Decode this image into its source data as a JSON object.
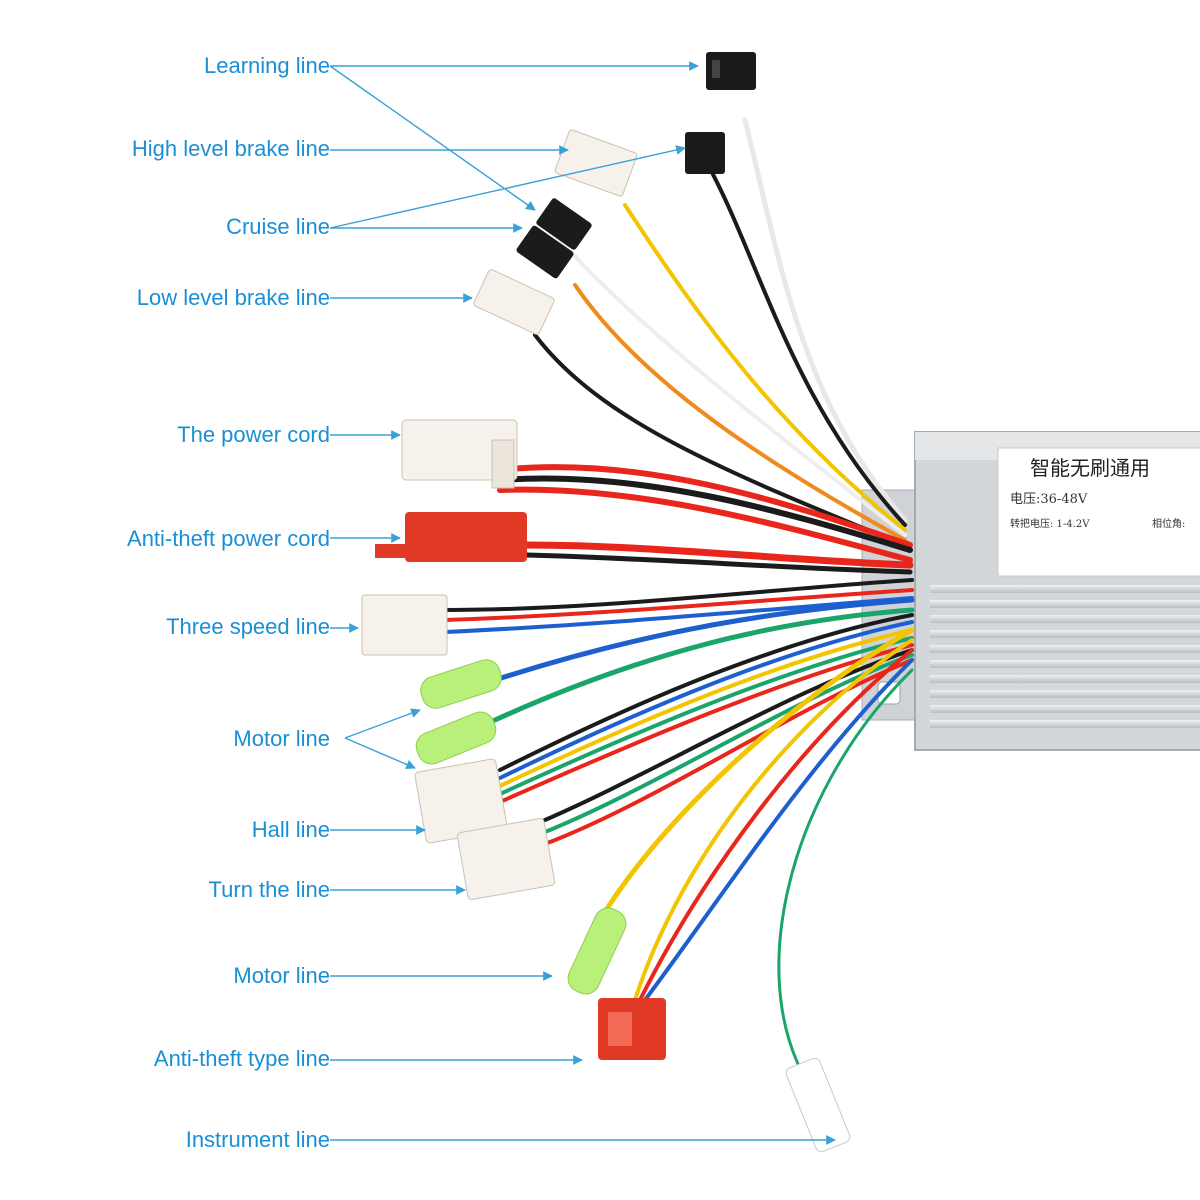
{
  "labels": {
    "learning": "Learning line",
    "high_brake": "High level brake line",
    "cruise": "Cruise line",
    "low_brake": "Low level brake line",
    "power": "The power cord",
    "antitheft_power": "Anti-theft power cord",
    "three_speed": "Three speed line",
    "motor_upper": "Motor line",
    "hall": "Hall line",
    "turn": "Turn the line",
    "motor_lower": "Motor line",
    "antitheft_type": "Anti-theft type line",
    "instrument": "Instrument line"
  },
  "controller_label": {
    "title": "智能无刷通用",
    "voltage": "电压:36-48V",
    "throttle": "转把电压: 1-4.2V",
    "phase": "相位角:"
  },
  "colors": {
    "label_text": "#1a8fd6",
    "leader_line": "#3aa0d8",
    "housing": "#d4d7da",
    "wire_red": "#e8261c",
    "wire_black": "#1b1b1b",
    "wire_yellow": "#f2c500",
    "wire_green": "#1aa56a",
    "wire_blue": "#1e5fd0",
    "wire_orange": "#f08a1c",
    "wire_white": "#f0f0f0"
  }
}
